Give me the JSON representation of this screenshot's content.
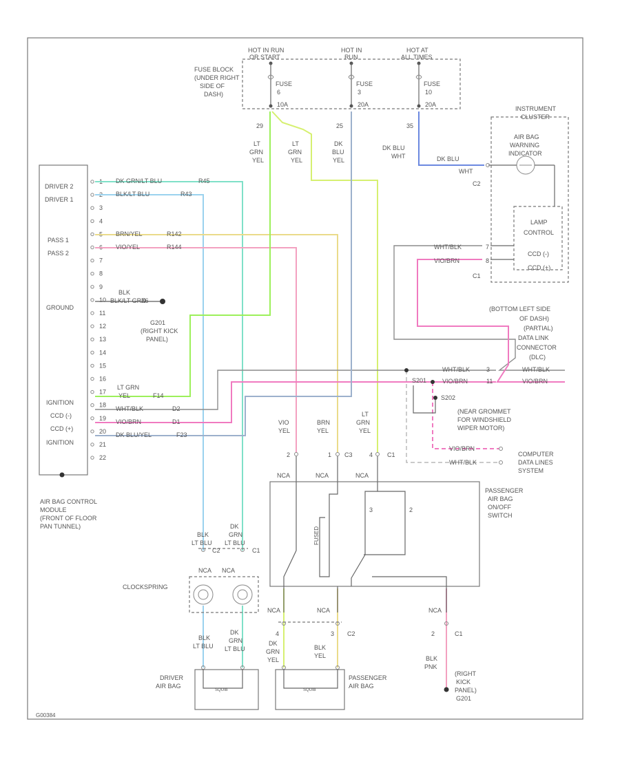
{
  "diagram": {
    "fuse_block": {
      "label": [
        "FUSE BLOCK",
        "(UNDER RIGHT",
        "SIDE OF",
        "DASH)"
      ],
      "hot_headers": [
        "HOT IN RUN",
        "OR START",
        "HOT IN",
        "RUN",
        "HOT AT",
        "ALL TIMES"
      ],
      "fuses": [
        {
          "name": "FUSE",
          "num": "6",
          "amp": "10A"
        },
        {
          "name": "FUSE",
          "num": "3",
          "amp": "20A"
        },
        {
          "name": "FUSE",
          "num": "10",
          "amp": "20A"
        }
      ],
      "pins": [
        "29",
        "25",
        "35"
      ]
    },
    "acm": {
      "labels": [
        "DRIVER 2",
        "DRIVER 1",
        "PASS 1",
        "PASS 2",
        "GROUND",
        "IGNITION",
        "CCD (-)",
        "CCD (+)",
        "IGNITION"
      ],
      "pins": [
        "1",
        "2",
        "3",
        "4",
        "5",
        "6",
        "7",
        "8",
        "9",
        "10",
        "11",
        "12",
        "13",
        "14",
        "15",
        "16",
        "17",
        "18",
        "19",
        "20",
        "21",
        "22"
      ],
      "caption": [
        "AIR BAG CONTROL",
        "MODULE",
        "(FRONT OF FLOOR",
        "PAN TUNNEL)"
      ]
    },
    "acm_wires": [
      {
        "pin": "1",
        "color": "DK GRN/LT BLU",
        "circuit": "R45"
      },
      {
        "pin": "2",
        "color": "BLK/LT BLU",
        "circuit": "R43"
      },
      {
        "pin": "5",
        "color": "BRN/YEL",
        "circuit": "R142"
      },
      {
        "pin": "6",
        "color": "VIO/YEL",
        "circuit": "R144"
      },
      {
        "pin": "10",
        "color": "BLK/LT GRN",
        "circuit": "Z6"
      },
      {
        "pin": "17",
        "color": "LT GRN",
        "circuit": "F14"
      },
      {
        "pin": "18",
        "color": "WHT/BLK",
        "circuit": "D2"
      },
      {
        "pin": "19",
        "color": "VIO/BRN",
        "circuit": "D1"
      },
      {
        "pin": "20",
        "color": "DK BLU/YEL",
        "circuit": "F23"
      }
    ],
    "acm_wire_extra": {
      "yel": "YEL",
      "blk": "BLK"
    },
    "ground_label": [
      "G201",
      "(RIGHT KICK",
      "PANEL)"
    ],
    "fuse_out_wires": [
      {
        "colors": [
          "LT",
          "GRN",
          "YEL"
        ]
      },
      {
        "colors": [
          "LT",
          "GRN",
          "YEL"
        ]
      },
      {
        "colors": [
          "DK",
          "BLU",
          "YEL"
        ]
      },
      {
        "colors": [
          "DK BLU",
          "WHT"
        ]
      }
    ],
    "cluster": {
      "label": [
        "INSTRUMENT",
        "CLUSTER"
      ],
      "lamp": [
        "AIR BAG",
        "WARNING",
        "INDICATOR"
      ],
      "lamp_wire": [
        "DK BLU",
        "WHT"
      ],
      "lamp_control": [
        "LAMP",
        "CONTROL"
      ],
      "ccd": [
        "CCD (-)",
        "CCD (+)"
      ],
      "connectors": [
        "C2",
        "C1"
      ],
      "ccd_wires": [
        "WHT/BLK",
        "VIO/BRN"
      ]
    },
    "dlc": {
      "label": [
        "(BOTTOM LEFT SIDE",
        "OF DASH)",
        "(PARTIAL)",
        "DATA LINK",
        "CONNECTOR",
        "(DLC)"
      ],
      "pins": [
        "WHT/BLK",
        "VIO/BRN"
      ],
      "pin_nums": [
        "3",
        "11"
      ]
    },
    "ground_near": [
      "(NEAR GROMMET",
      "FOR WINDSHIELD",
      "WIPER MOTOR)"
    ],
    "splice": [
      "S201",
      "S202"
    ],
    "computer_dl": {
      "label": [
        "COMPUTER",
        "DATA LINES",
        "SYSTEM"
      ],
      "wires": [
        "VIO/BRN",
        "WHT/BLK"
      ]
    },
    "paoff": {
      "label": [
        "PASSENGER",
        "AIR BAG",
        "ON/OFF",
        "SWITCH"
      ],
      "in_wires": [
        {
          "colors": [
            "VIO",
            "YEL"
          ],
          "pin": "2"
        },
        {
          "colors": [
            "BRN",
            "YEL"
          ],
          "pin": "1"
        },
        {
          "colors": [
            "LT",
            "GRN",
            "YEL"
          ],
          "pin": "4"
        }
      ],
      "connectors": [
        "C3",
        "C1"
      ],
      "nca": "NCA",
      "fused_label": "FUSED",
      "bottom_pins": [
        "4",
        "3",
        "2"
      ],
      "bottom_connectors": [
        "C2",
        "C1"
      ]
    },
    "clockspring": {
      "label": "CLOCKSPRING",
      "connectors": [
        "C2",
        "C1"
      ],
      "wires_top": [
        [
          "BLK",
          "LT BLU"
        ],
        [
          "DK",
          "GRN",
          "LT BLU"
        ]
      ],
      "wires_bottom": [
        [
          "BLK",
          "LT BLU"
        ],
        [
          "DK",
          "GRN",
          "LT BLU"
        ]
      ]
    },
    "driver_bag": {
      "label": [
        "DRIVER",
        "AIR BAG"
      ]
    },
    "pass_bag": {
      "label": [
        "PASSENGER",
        "AIR BAG"
      ],
      "wires": [
        [
          "DK",
          "GRN",
          "YEL"
        ],
        [
          "BLK",
          "YEL"
        ]
      ]
    },
    "ground_kick": {
      "wire": [
        "BLK",
        "PNK"
      ],
      "label": [
        "(RIGHT",
        "KICK",
        "PANEL)",
        "G201"
      ]
    },
    "squib": "SQUIB",
    "figure_number": "G00384"
  }
}
